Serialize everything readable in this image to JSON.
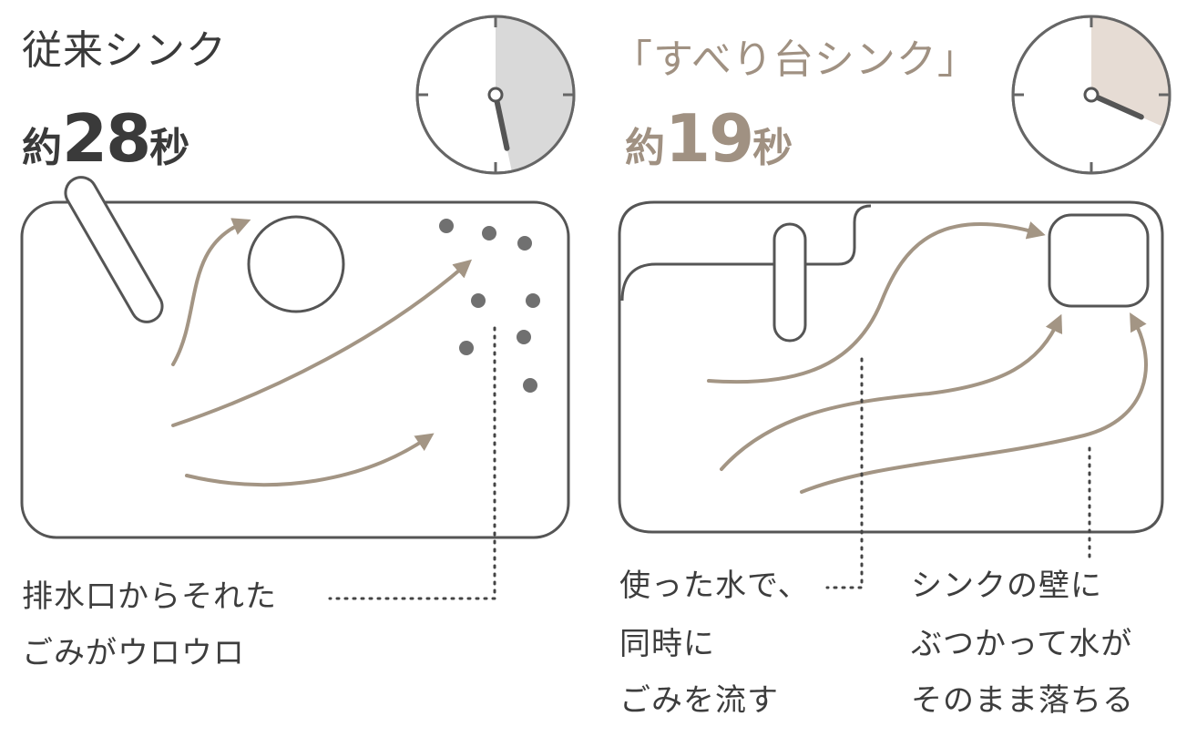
{
  "colors": {
    "outline": "#555555",
    "arrow": "#a39584",
    "brand": "#a09182",
    "clock_fill_left": "#d9d9d9",
    "clock_fill_right": "#e6dcd4",
    "debris": "#707070"
  },
  "left": {
    "title": "従来シンク",
    "prefix": "約",
    "seconds": "28",
    "unit": "秒",
    "clock_seconds": 28,
    "note_line1": "排水口からそれた",
    "note_line2": "ごみがウロウロ"
  },
  "right": {
    "title": "「すべり台シンク」",
    "prefix": "約",
    "seconds": "19",
    "unit": "秒",
    "clock_seconds": 19,
    "note_a_line1": "使った水で、",
    "note_a_line2": "同時に",
    "note_a_line3": "ごみを流す",
    "note_b_line1": "シンクの壁に",
    "note_b_line2": "ぶつかって水が",
    "note_b_line3": "そのまま落ちる"
  }
}
